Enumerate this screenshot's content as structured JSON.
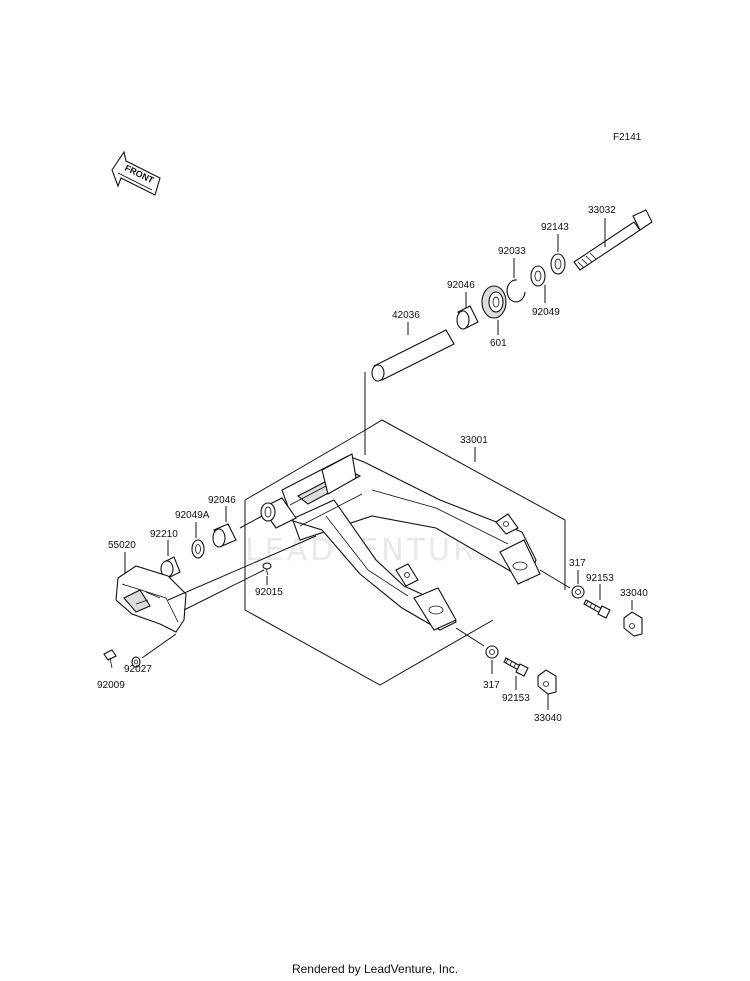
{
  "figure_id": "F2141",
  "front_label": "FRONT",
  "watermark": "LEADVENTURE",
  "footer": "Rendered by LeadVenture, Inc.",
  "parts": {
    "p33032": "33032",
    "p92143": "92143",
    "p92033": "92033",
    "p92046_top": "92046",
    "p92049_top": "92049",
    "p601": "601",
    "p42036": "42036",
    "p33001": "33001",
    "p92046_left": "92046",
    "p92049A": "92049A",
    "p92210": "92210",
    "p55020": "55020",
    "p92015": "92015",
    "p92009": "92009",
    "p92027": "92027",
    "p317_right": "317",
    "p92153_right": "92153",
    "p33040_right": "33040",
    "p317_bottom": "317",
    "p92153_bottom": "92153",
    "p33040_bottom": "33040"
  }
}
